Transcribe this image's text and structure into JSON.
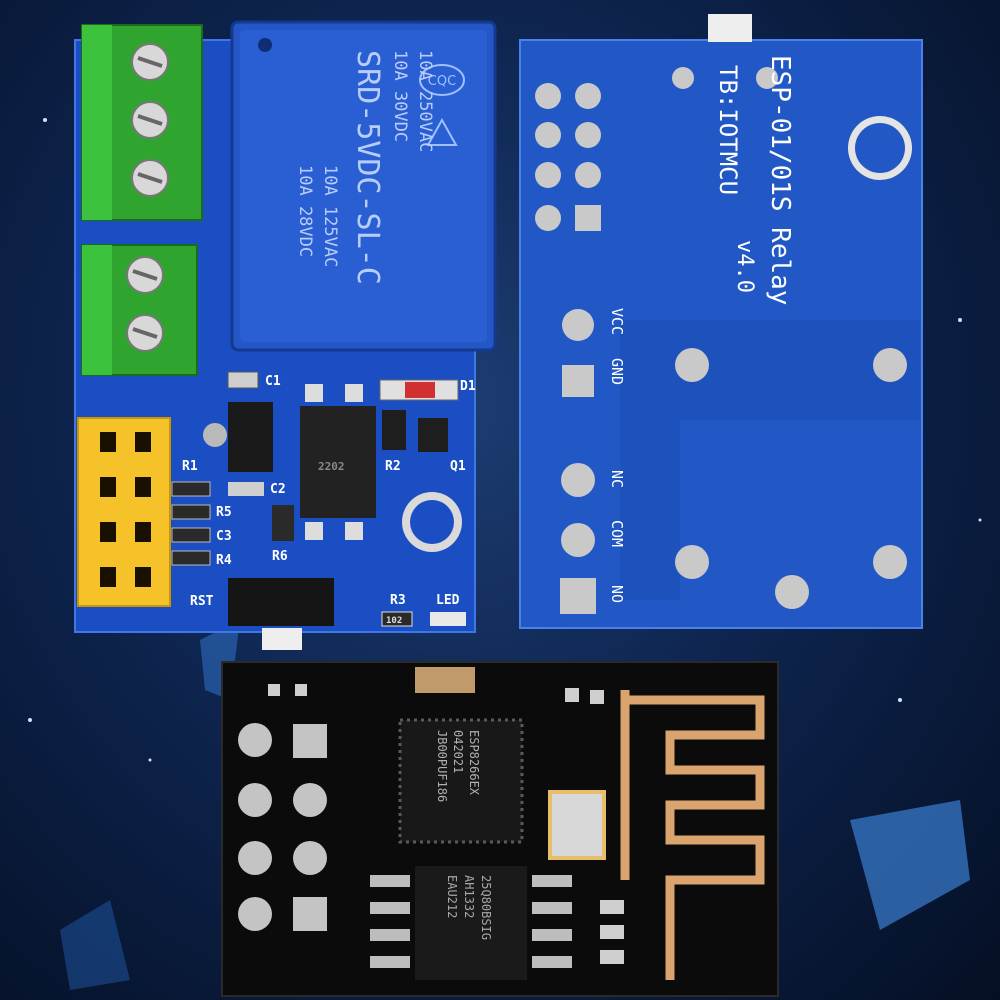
{
  "relay": {
    "line1": "10A 250VAC",
    "line2": "10A 30VDC",
    "line3": "SRD-5VDC-SL-C",
    "line4": "10A 125VAC",
    "line5": "10A 28VDC",
    "cert": "CQC"
  },
  "front_silk": {
    "c1": "C1",
    "d1": "D1",
    "r1": "R1",
    "r2": "R2",
    "q1": "Q1",
    "c2": "C2",
    "r5": "R5",
    "c3": "C3",
    "r4": "R4",
    "r6": "R6",
    "rst": "RST",
    "r3": "R3",
    "led": "LED",
    "opto_code": "2202",
    "pwr": "102"
  },
  "back_silk": {
    "title": "ESP-01/01S Relay",
    "version": "v4.0",
    "brand": "TB:IOTMCU",
    "vcc": "VCC",
    "gnd": "GND",
    "nc": "NC",
    "com": "COM",
    "no": "NO"
  },
  "esp_module": {
    "chip_line1": "ESP8266EX",
    "chip_line2": "042021",
    "chip_line3": "JB00PUF186",
    "flash_line1": "25Q80BSIG",
    "flash_line2": "AH1332",
    "flash_line3": "EAU212"
  }
}
